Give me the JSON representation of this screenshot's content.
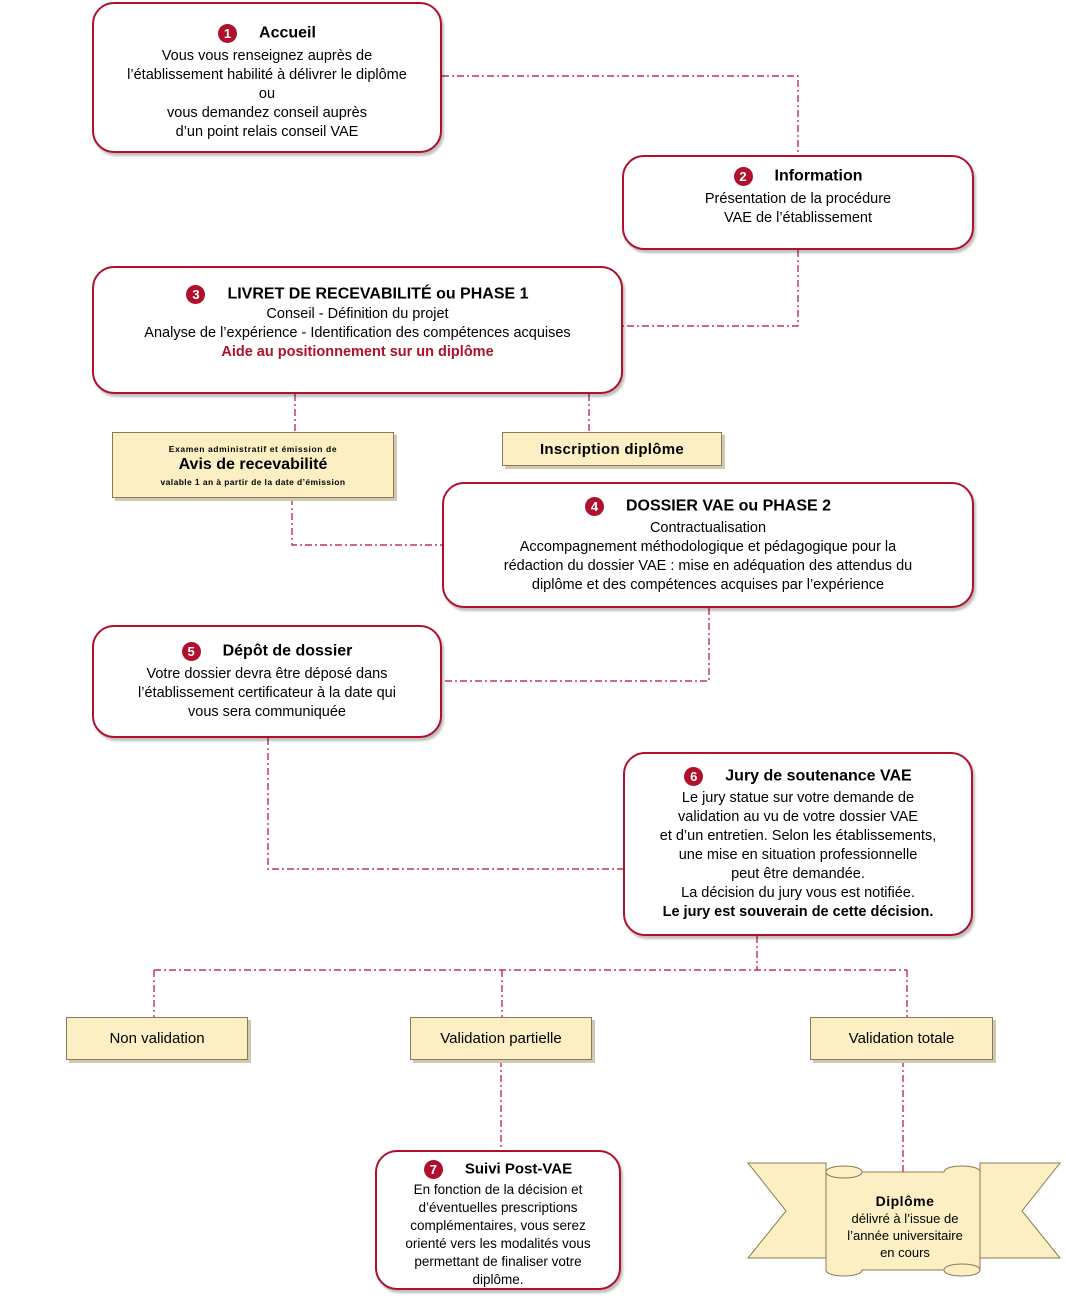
{
  "colors": {
    "accent": "#b0102c",
    "note_fill": "#fcefc3"
  },
  "steps": [
    {
      "number": "1",
      "title": "Accueil",
      "lines": [
        "Vous vous renseignez auprès de",
        "l’établissement habilité à délivrer le diplôme",
        "ou",
        "vous demandez conseil auprès",
        "d’un point relais conseil VAE"
      ]
    },
    {
      "number": "2",
      "title": "Information",
      "lines": [
        "Présentation de la procédure",
        "VAE de l’établissement"
      ]
    },
    {
      "number": "3",
      "title": "LIVRET DE RECEVABILITÉ ou PHASE 1",
      "lines": [
        "Conseil - Définition du projet",
        "Analyse de l’expérience - Identification des compétences acquises"
      ],
      "highlight": "Aide au positionnement sur un diplôme"
    },
    {
      "number": "4",
      "title": "DOSSIER VAE ou PHASE 2",
      "lines": [
        "Contractualisation",
        "Accompagnement méthodologique et pédagogique pour la",
        "rédaction du dossier VAE : mise en adéquation des attendus du",
        "diplôme et des compétences acquises par l’expérience"
      ]
    },
    {
      "number": "5",
      "title": "Dépôt de dossier",
      "lines": [
        "Votre dossier devra être déposé dans",
        "l’établissement certificateur à la date qui",
        "vous sera communiquée"
      ]
    },
    {
      "number": "6",
      "title": "Jury de soutenance VAE",
      "lines": [
        "Le jury statue sur votre demande de",
        "validation au vu de votre dossier VAE",
        "et d’un entretien. Selon les établissements,",
        "une mise en situation professionnelle",
        "peut être demandée.",
        "La décision du jury vous est notifiée."
      ],
      "bold_line": "Le jury est souverain de cette décision."
    },
    {
      "number": "7",
      "title": "Suivi Post-VAE",
      "lines": [
        "En fonction de la décision et",
        "d’éventuelles prescriptions",
        "complémentaires, vous serez",
        "orienté vers les modalités vous",
        "permettant de finaliser votre",
        "diplôme."
      ]
    }
  ],
  "recevabilite": {
    "top": "Examen administratif et émission de",
    "title": "Avis de recevabilité",
    "bottom": "valable 1 an à partir de la date d’émission"
  },
  "inscription": "Inscription diplôme",
  "outcomes": [
    "Non validation",
    "Validation partielle",
    "Validation totale"
  ],
  "diplome": {
    "title": "Diplôme",
    "lines": [
      "délivré à l’issue de",
      "l’année universitaire",
      "en cours"
    ]
  }
}
